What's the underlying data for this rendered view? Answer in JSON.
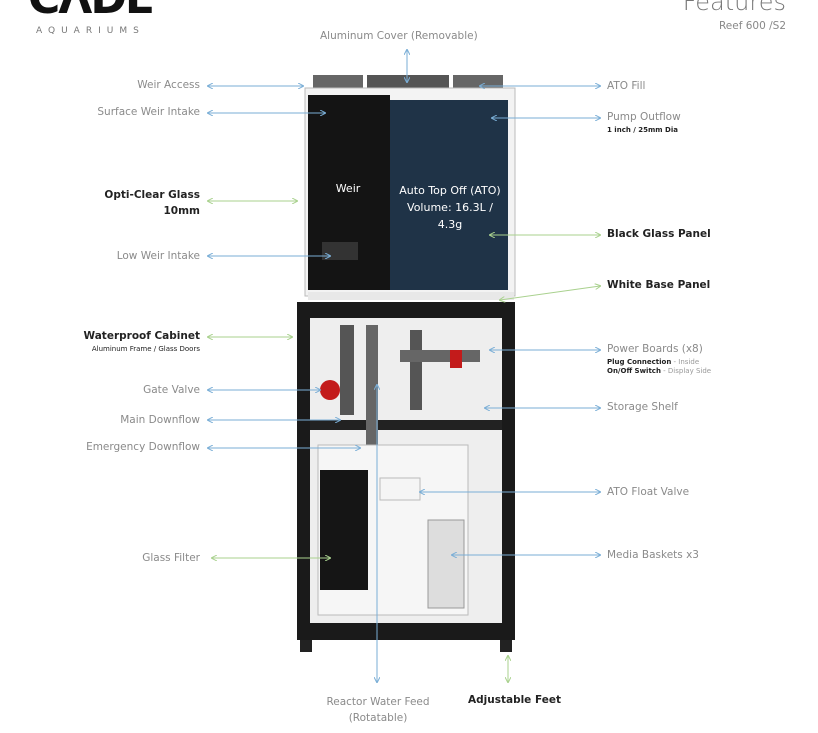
{
  "brand": {
    "logo": "CADE",
    "logo_sub": "AQUARIUMS"
  },
  "header": {
    "title": "Features",
    "model": "Reef 600 /S2"
  },
  "colors": {
    "arrow_blue": "#7aaed6",
    "arrow_green": "#a9d18e",
    "cabinet": "#1a1a1a",
    "ato_panel": "#1f3347"
  },
  "tank_labels": {
    "weir": "Weir",
    "ato_line1": "Auto Top Off (ATO)",
    "ato_line2": "Volume: 16.3L /",
    "ato_line3": "4.3g"
  },
  "left_labels": [
    {
      "text": "Weir Access"
    },
    {
      "text": "Surface Weir Intake"
    },
    {
      "text": "Opti-Clear Glass",
      "text2": "10mm"
    },
    {
      "text": "Low Weir Intake"
    },
    {
      "text": "Waterproof Cabinet",
      "sub": "Aluminum Frame / Glass Doors"
    },
    {
      "text": "Gate Valve"
    },
    {
      "text": "Main Downflow"
    },
    {
      "text": "Emergency Downflow"
    },
    {
      "text": "Glass Filter"
    }
  ],
  "right_labels": [
    {
      "text": "ATO Fill"
    },
    {
      "text": "Pump Outflow",
      "sub": "1 inch / 25mm Dia"
    },
    {
      "text": "Black Glass Panel"
    },
    {
      "text": "White Base Panel"
    },
    {
      "text": "Power Boards (x8)",
      "sub1_bold": "Plug Connection",
      "sub1": " - Inside",
      "sub2_bold": "On/Off Switch",
      "sub2": " - Display Side"
    },
    {
      "text": "Storage Shelf"
    },
    {
      "text": "ATO Float Valve"
    },
    {
      "text": "Media Baskets x3"
    }
  ],
  "top_label": "Aluminum Cover (Removable)",
  "bottom_labels": {
    "reactor": "Reactor Water Feed",
    "reactor2": "(Rotatable)",
    "feet": "Adjustable Feet"
  }
}
